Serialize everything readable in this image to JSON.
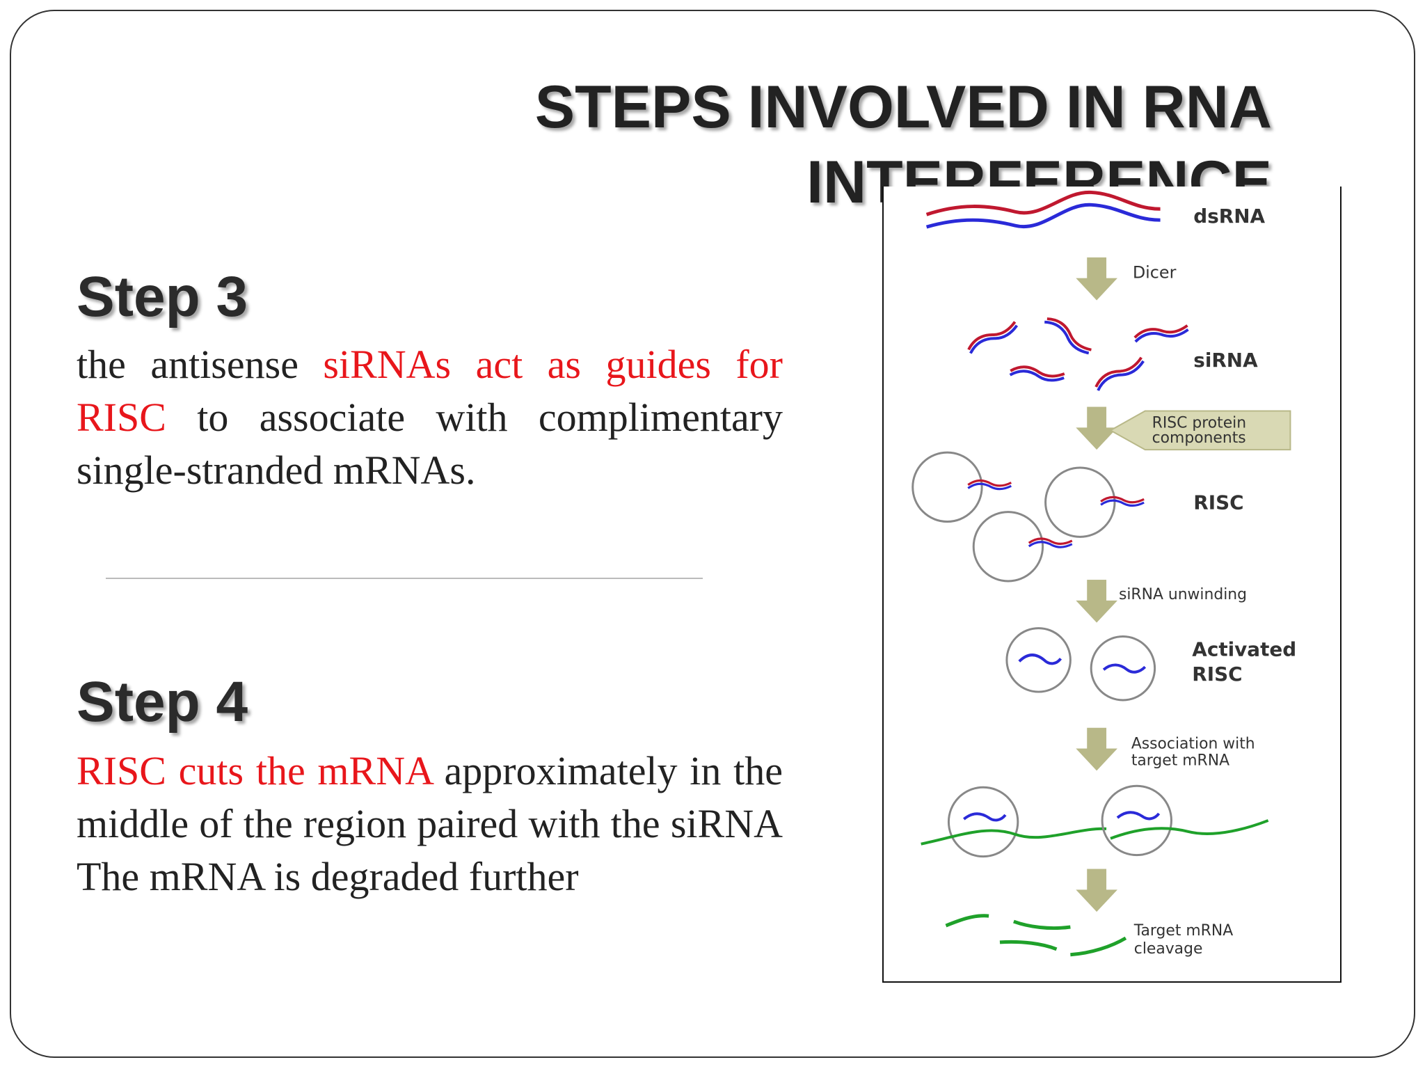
{
  "title": {
    "line1": "STEPS INVOLVED IN RNA",
    "line2": "INTERFERENCE"
  },
  "step3": {
    "heading": "Step 3",
    "t1": "the antisense ",
    "t2": "siRNAs act as guides for RISC",
    "t3": " to associate with complimentary single-stranded mRNAs."
  },
  "step4": {
    "heading": "Step 4",
    "t1": "RISC cuts the mRNA",
    "t2": " approximately in the middle of the region paired with the siRNA The mRNA is degraded further"
  },
  "diagram": {
    "dsrna": "dsRNA",
    "dicer": "Dicer",
    "sirna": "siRNA",
    "risc_protein_1": "RISC protein",
    "risc_protein_2": "components",
    "risc": "RISC",
    "unwinding": "siRNA unwinding",
    "activated_1": "Activated",
    "activated_2": "RISC",
    "association_1": "Association with",
    "association_2": "target mRNA",
    "cleavage_1": "Target mRNA",
    "cleavage_2": "cleavage"
  },
  "colors": {
    "accent_red": "#e8161b",
    "strand_red": "#c0182f",
    "strand_blue": "#2a2ad8",
    "mrna_green": "#1fa12a",
    "arrow_olive": "#b8b888"
  }
}
